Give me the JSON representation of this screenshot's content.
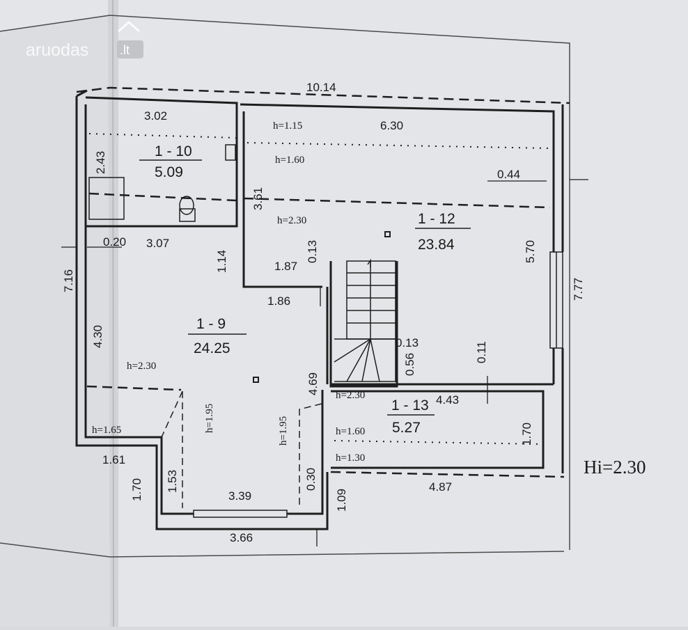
{
  "watermark": {
    "brand": "aruodas",
    "tld": ".lt"
  },
  "overall": {
    "width": "10.14",
    "height_right": "7.77",
    "height_left": "7.16",
    "ceiling": "Hi=2.30"
  },
  "rooms": [
    {
      "id": "1 - 10",
      "area": "5.09"
    },
    {
      "id": "1 - 12",
      "area": "23.84"
    },
    {
      "id": "1 - 9",
      "area": "24.25"
    },
    {
      "id": "1 - 13",
      "area": "5.27"
    }
  ],
  "dimensions": {
    "d302": "3.02",
    "d243": "2.43",
    "d361": "3.61",
    "d630": "6.30",
    "d044": "0.44",
    "d570": "5.70",
    "d020": "0.20",
    "d307": "3.07",
    "d114": "1.14",
    "d013a": "0.13",
    "d187": "1.87",
    "d186": "1.86",
    "d430": "4.30",
    "d469": "4.69",
    "d013b": "0.13",
    "d056": "0.56",
    "d011": "0.11",
    "d443": "4.43",
    "d170a": "1.70",
    "d161": "1.61",
    "d170b": "1.70",
    "d153": "1.53",
    "d339": "3.39",
    "d030": "0.30",
    "d109": "1.09",
    "d487": "4.87",
    "d366": "3.66"
  },
  "heights": {
    "h115": "h=1.15",
    "h160a": "h=1.60",
    "h230a": "h=2.30",
    "h230b": "h=2.30",
    "h165": "h=1.65",
    "h195a": "h=1.95",
    "h195b": "h=1.95",
    "h230c": "h=2.30",
    "h160b": "h=1.60",
    "h130": "h=1.30"
  }
}
